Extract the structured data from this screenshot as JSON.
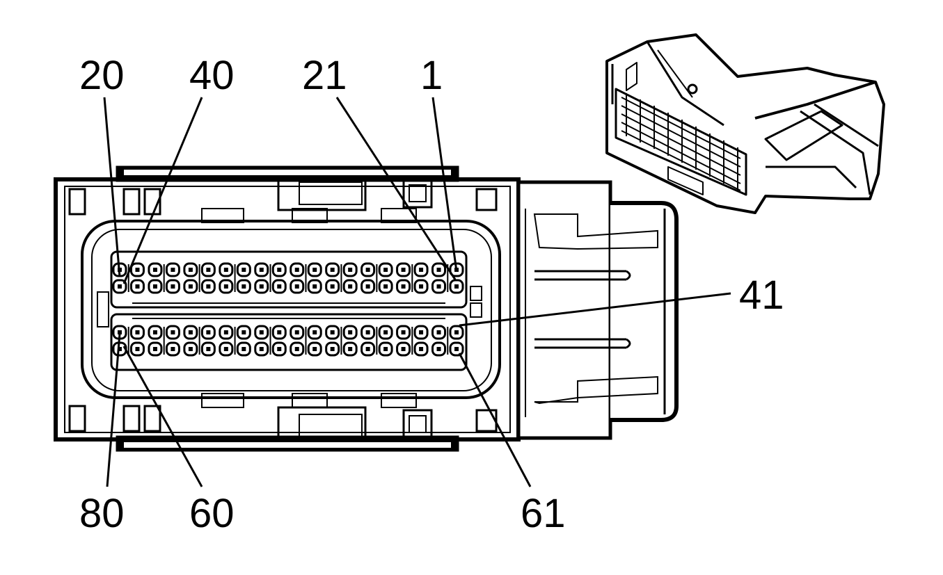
{
  "diagram": {
    "pin_labels": {
      "top_left_outer": "20",
      "top_left_inner": "40",
      "top_right_inner": "21",
      "top_right_outer": "1",
      "right_middle": "41",
      "bottom_left_outer": "80",
      "bottom_left_inner": "60",
      "bottom_right": "61"
    },
    "terminal_rows": 4,
    "terminals_per_row": 20
  }
}
